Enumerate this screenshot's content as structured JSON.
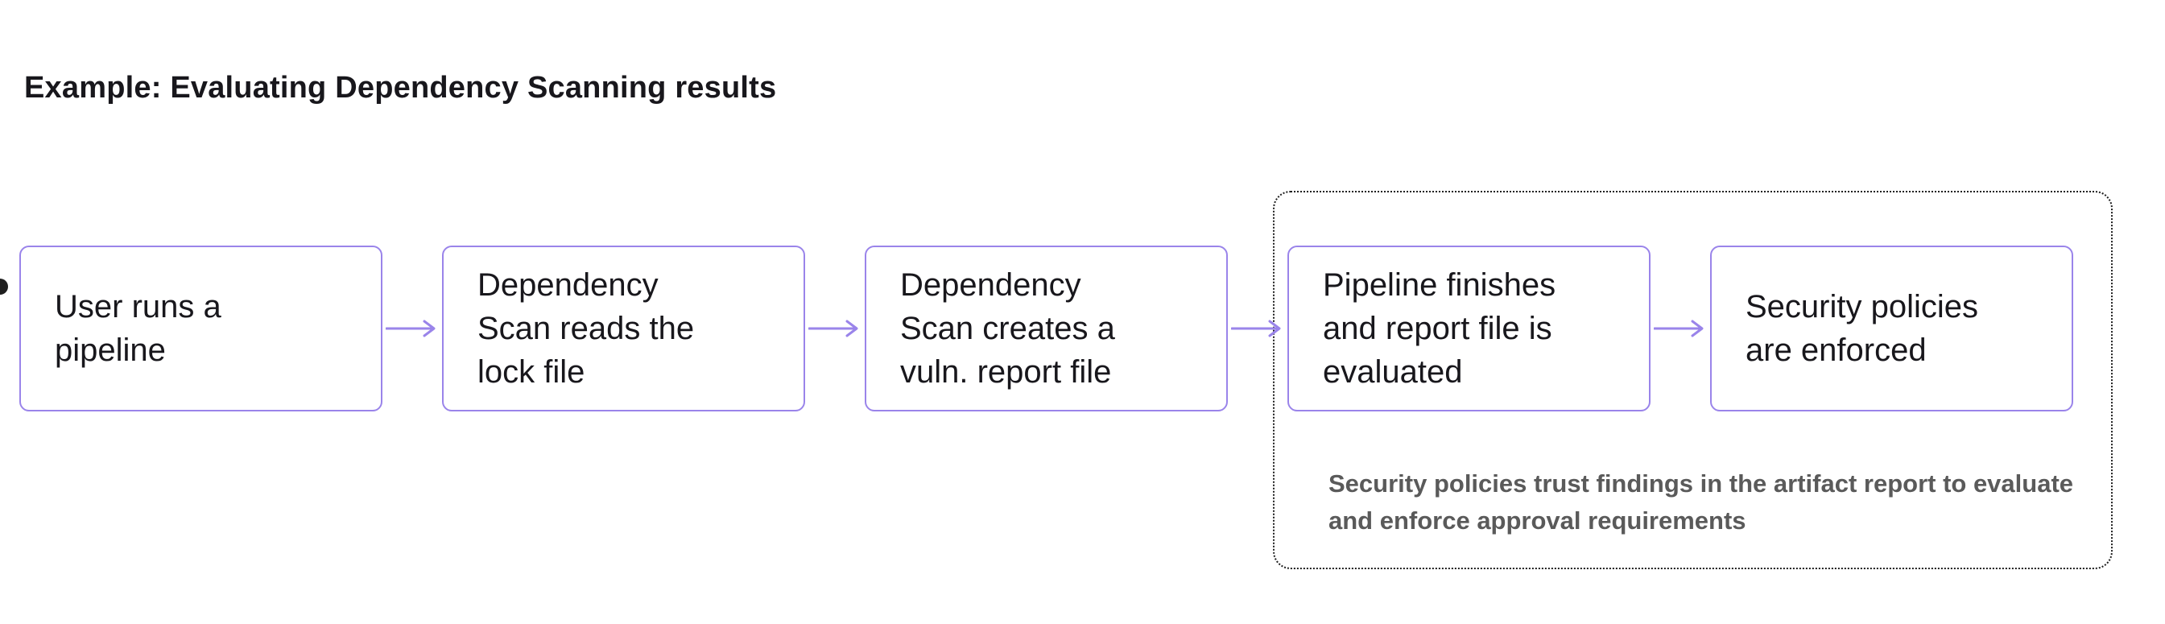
{
  "page": {
    "title": "Example: Evaluating Dependency Scanning results"
  },
  "flow": {
    "steps": [
      {
        "label": "User runs a pipeline"
      },
      {
        "label": "Dependency Scan reads the lock file"
      },
      {
        "label": "Dependency Scan creates a vuln. report file"
      },
      {
        "label": "Pipeline finishes and report file is evaluated"
      },
      {
        "label": "Security policies are enforced"
      }
    ],
    "group": {
      "annotation": "Security policies trust findings in the artifact report to evaluate and enforce approval requirements"
    },
    "icons": {
      "arrow": "arrow-right-icon"
    },
    "colors": {
      "box_border": "#9a84ea",
      "arrow": "#9a84ea",
      "text": "#18171c",
      "annotation_text": "#5a5a5a",
      "group_border": "#1f1f1f",
      "background": "#ffffff"
    }
  }
}
